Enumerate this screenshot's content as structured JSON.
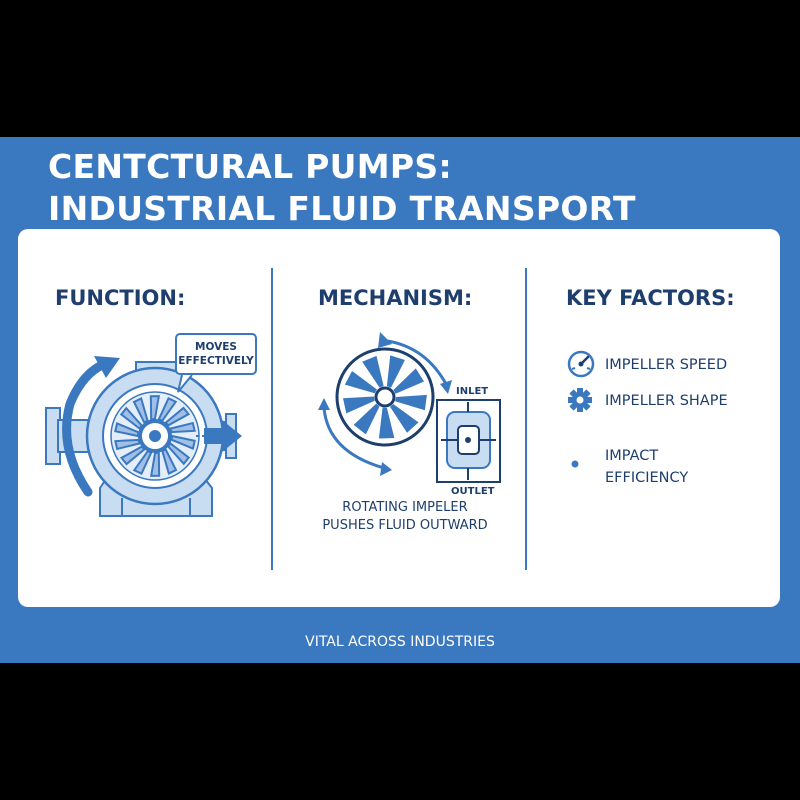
{
  "title": {
    "line1": "CENTCTURAL PUMPS:",
    "line2": "INDUSTRIAL FLUID TRANSPORT"
  },
  "columns": {
    "function": {
      "heading": "FUNCTION:",
      "bubble_line1": "MOVES",
      "bubble_line2": "EFFECTIVELY"
    },
    "mechanism": {
      "heading": "MECHANISM:",
      "inlet_label": "INLET",
      "outlet_label": "OUTLET",
      "caption_line1": "ROTATING IMPELER",
      "caption_line2": "PUSHES FLUID OUTWARD"
    },
    "key_factors": {
      "heading": "KEY FACTORS:",
      "items": [
        {
          "icon": "gauge-icon",
          "label": "IMPELLER SPEED"
        },
        {
          "icon": "gear-icon",
          "label": "IMPELLER SHAPE"
        },
        {
          "icon": "dot-icon",
          "label_line1": "IMPACT",
          "label_line2": "EFFICIENCY"
        }
      ]
    }
  },
  "footer": "VITAL ACROSS INDUSTRIES",
  "colors": {
    "banner": "#3a78c0",
    "card": "#ffffff",
    "ink": "#1e3f6e",
    "light_fill": "#c8dcf2"
  }
}
